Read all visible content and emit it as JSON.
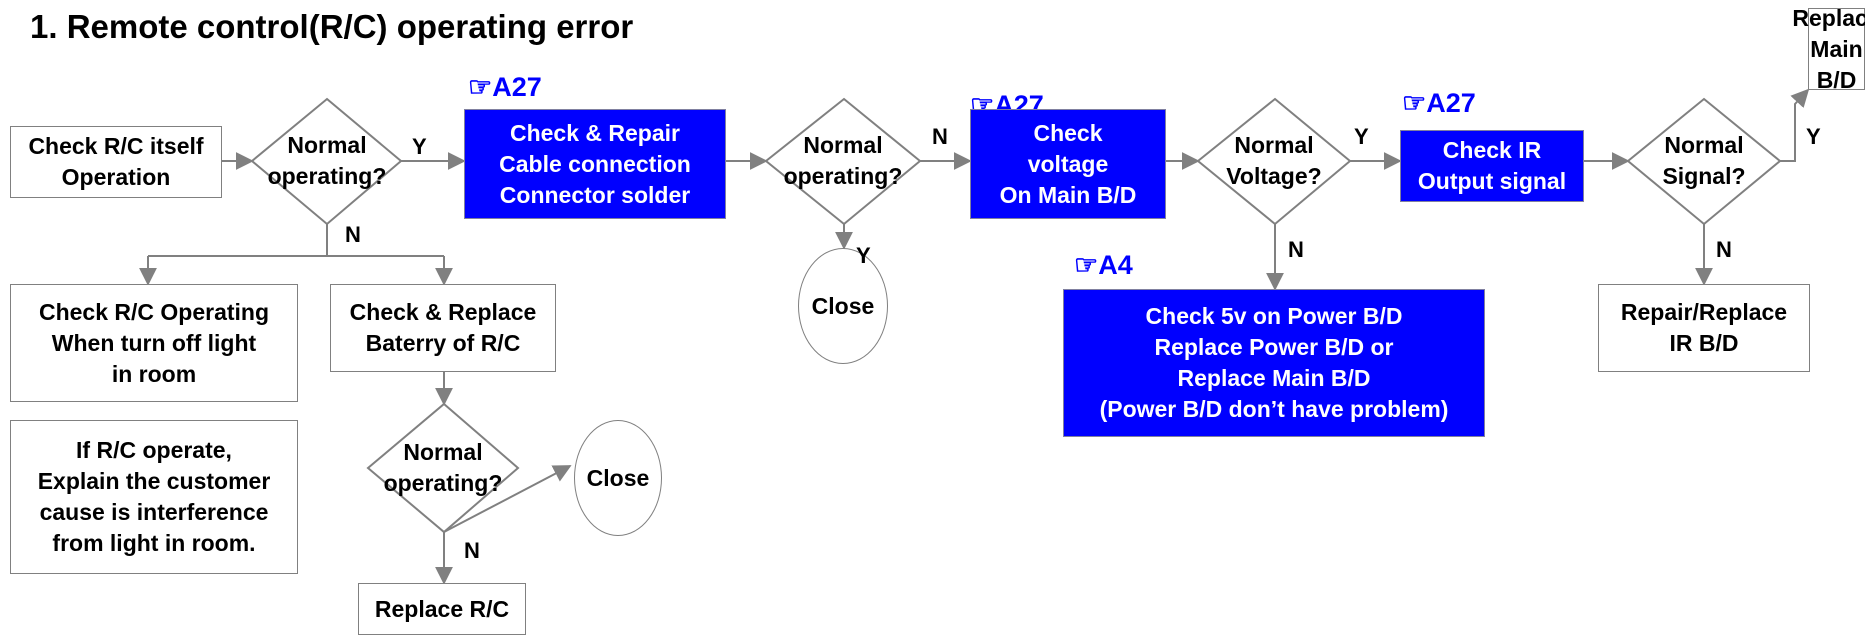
{
  "title": "1. Remote control(R/C) operating error",
  "refs": {
    "r1": "☞A27",
    "r2": "☞A27",
    "r3": "☞A27",
    "r4": "☞A4"
  },
  "boxes": {
    "check_rc_itself": "Check R/C itself\nOperation",
    "check_repair_cable": "Check & Repair\nCable connection\nConnector solder",
    "check_voltage": "Check\nvoltage\nOn Main B/D",
    "check_ir": "Check IR\nOutput signal",
    "replace_main": "Replace\nMain B/D",
    "check_rc_light": "Check R/C Operating\nWhen turn off light\nin room",
    "check_replace_battery": "Check & Replace\nBaterry of R/C",
    "explain_customer": "If R/C operate,\nExplain the customer\ncause is interference\nfrom light in room.",
    "replace_rc": "Replace R/C",
    "check_5v": "Check 5v on Power B/D\nReplace Power B/D or\nReplace Main B/D\n(Power B/D don’t have problem)",
    "repair_ir": "Repair/Replace\nIR B/D"
  },
  "decisions": {
    "d1": "Normal\noperating?",
    "d2": "Normal\noperating?",
    "d3": "Normal\nVoltage?",
    "d4": "Normal\nSignal?",
    "d5": "Normal\noperating?"
  },
  "terminals": {
    "close1": "Close",
    "close2": "Close"
  },
  "edge_labels": {
    "y": "Y",
    "n": "N"
  }
}
